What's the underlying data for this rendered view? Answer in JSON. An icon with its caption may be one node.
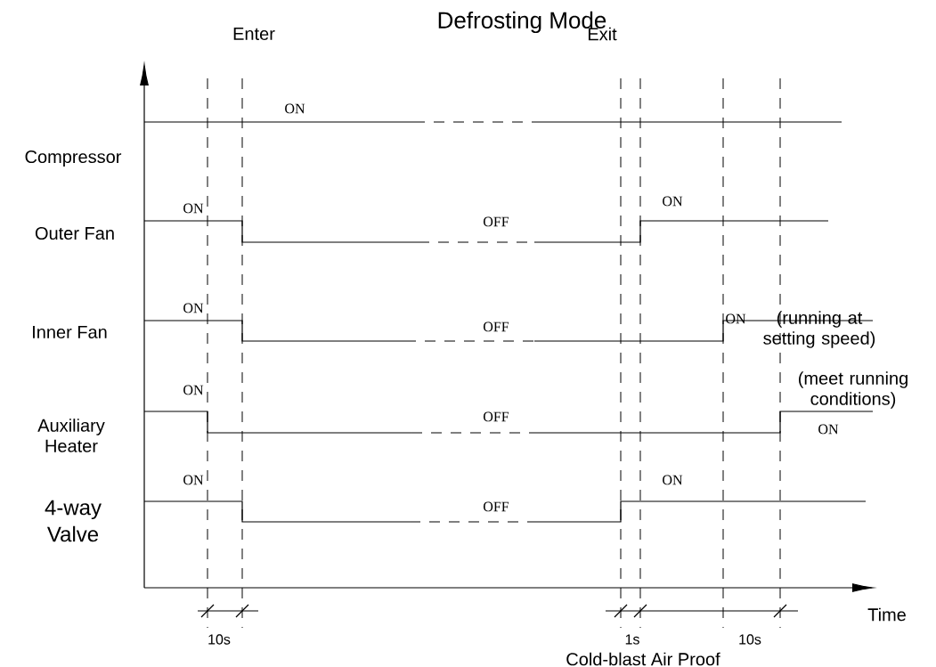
{
  "diagram": {
    "title": "Defrosting Mode",
    "labels": [
      "Enter",
      "Exit",
      "Compressor",
      "ON",
      "Outer Fan",
      "ON",
      "OFF",
      "ON",
      "Inner Fan",
      "ON",
      "OFF",
      "ON",
      "(running at setting speed)",
      "Auxiliary Heater",
      "ON",
      "OFF",
      "(meet running conditions)",
      "ON",
      "4-way Valve",
      "ON",
      "OFF",
      "ON",
      "Time",
      "10s",
      "1s",
      "10s",
      "Cold-blast Air Proof"
    ]
  }
}
